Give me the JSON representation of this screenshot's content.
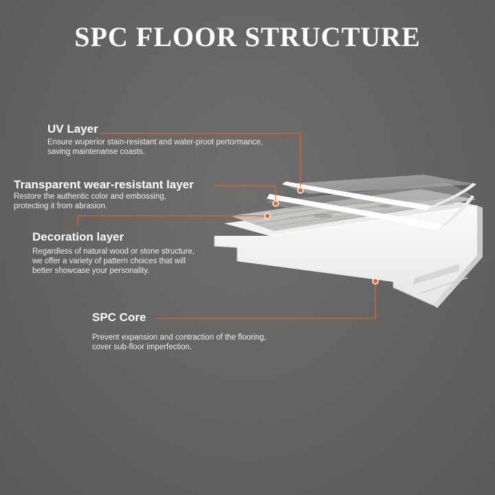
{
  "title": "SPC FLOOR STRUCTURE",
  "colors": {
    "accent": "#e0642e",
    "background": "#656463",
    "text": "#ffffff"
  },
  "layers": [
    {
      "name": "UV Layer",
      "description": "Ensure wuperior stain-resistant and water-proot pertormance,\nsaving maintenanse coasts."
    },
    {
      "name": "Transparent wear-resistant layer",
      "description": "Restore the authentic color and embossing,\nprotecting it from abrasion."
    },
    {
      "name": "Decoration layer",
      "description": "Regardless of natural wood or stone structure,\nwe offer a variety of pattern choices that will\nbetter showcase your personality."
    },
    {
      "name": "SPC Core",
      "description": "Prevent expansion and contraction of the flooring,\ncover sub-floor imperfection."
    }
  ]
}
